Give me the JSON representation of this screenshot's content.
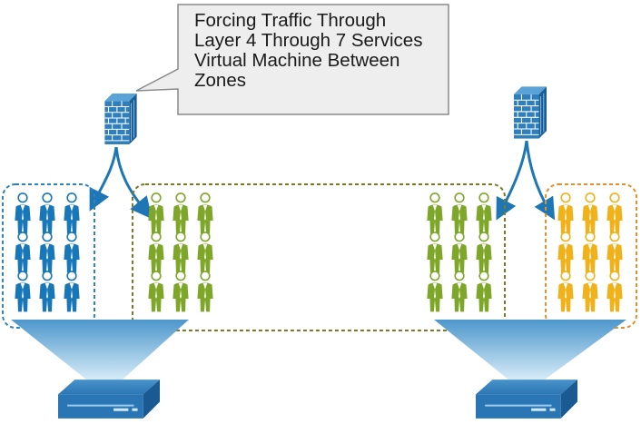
{
  "callout": {
    "lines": [
      "Forcing Traffic Through",
      "Layer 4 Through 7 Services",
      "Virtual Machine Between",
      "Zones"
    ]
  },
  "colors": {
    "blue_user": "#1777b9",
    "green_user": "#7ea72a",
    "yellow_user": "#f0b21a",
    "firewall": "#2f7fbd",
    "arrow": "#1f76b5",
    "zone_blue_border": "#2c83c0",
    "zone_green_border": "#7a7a26",
    "zone_orange_border": "#e0902a",
    "switch": "#2a76b4",
    "funnel_top": "#2c7fbc",
    "funnel_bottom": "#b9dcf2",
    "callout_fill": "#eeeeee",
    "callout_border": "#8a8a8a"
  },
  "icons": {
    "firewall": "firewall-brick-icon",
    "user": "person-icon",
    "switch": "network-switch-icon"
  }
}
